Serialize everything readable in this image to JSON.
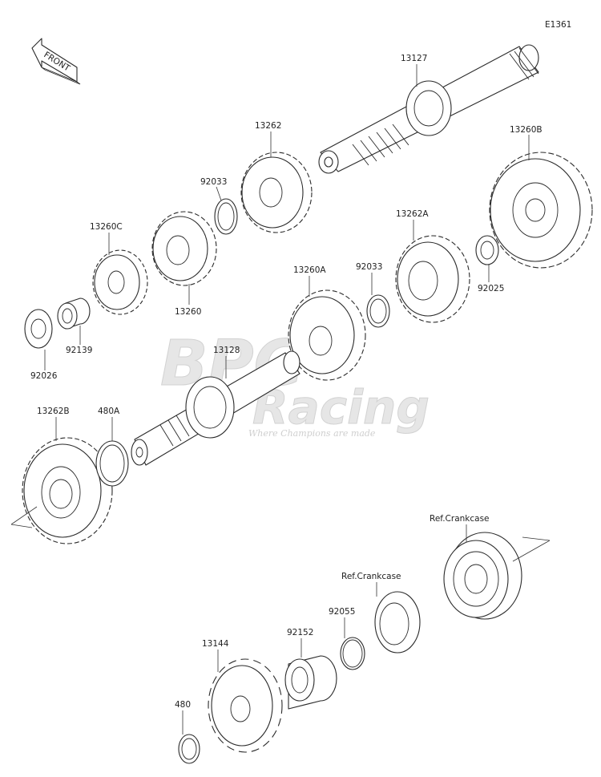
{
  "diagram_code": "E1361",
  "front_label": "FRONT",
  "watermark": {
    "line1": "BPG",
    "line2": "Racing",
    "tagline": "Where Champions are made"
  },
  "parts": [
    {
      "id": "p13127",
      "number": "13127"
    },
    {
      "id": "p13262",
      "number": "13262"
    },
    {
      "id": "p13260B",
      "number": "13260B"
    },
    {
      "id": "p92033a",
      "number": "92033"
    },
    {
      "id": "p13260C",
      "number": "13260C"
    },
    {
      "id": "p13260",
      "number": "13260"
    },
    {
      "id": "p13262A",
      "number": "13262A"
    },
    {
      "id": "p13260A",
      "number": "13260A"
    },
    {
      "id": "p92033b",
      "number": "92033"
    },
    {
      "id": "p92025",
      "number": "92025"
    },
    {
      "id": "p92139",
      "number": "92139"
    },
    {
      "id": "p92026",
      "number": "92026"
    },
    {
      "id": "p13128",
      "number": "13128"
    },
    {
      "id": "p13262B",
      "number": "13262B"
    },
    {
      "id": "p480A",
      "number": "480A"
    },
    {
      "id": "pRef1",
      "number": "Ref.Crankcase"
    },
    {
      "id": "pRef2",
      "number": "Ref.Crankcase"
    },
    {
      "id": "p92055",
      "number": "92055"
    },
    {
      "id": "p92152",
      "number": "92152"
    },
    {
      "id": "p13144",
      "number": "13144"
    },
    {
      "id": "p480",
      "number": "480"
    }
  ]
}
